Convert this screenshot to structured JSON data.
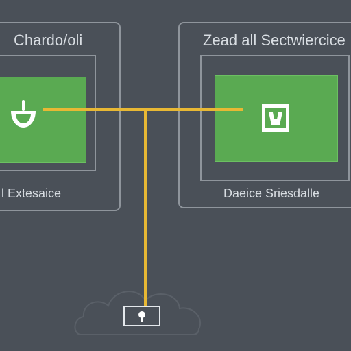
{
  "nodes": {
    "left": {
      "title": "Chardo/oli",
      "caption": "l Extesaice",
      "icon": "plug-icon"
    },
    "right": {
      "title": "Zead all Sectwiercice",
      "caption": "Daeice Sriesdalle",
      "icon": "switch-icon"
    },
    "bottom": {
      "icon": "lock-icon",
      "background_icon": "cloud-icon"
    }
  },
  "colors": {
    "background": "#4a5058",
    "panel_border": "#8f959c",
    "node_fill": "#5aaa52",
    "wire": "#e8b834",
    "text": "#d8dde2"
  }
}
